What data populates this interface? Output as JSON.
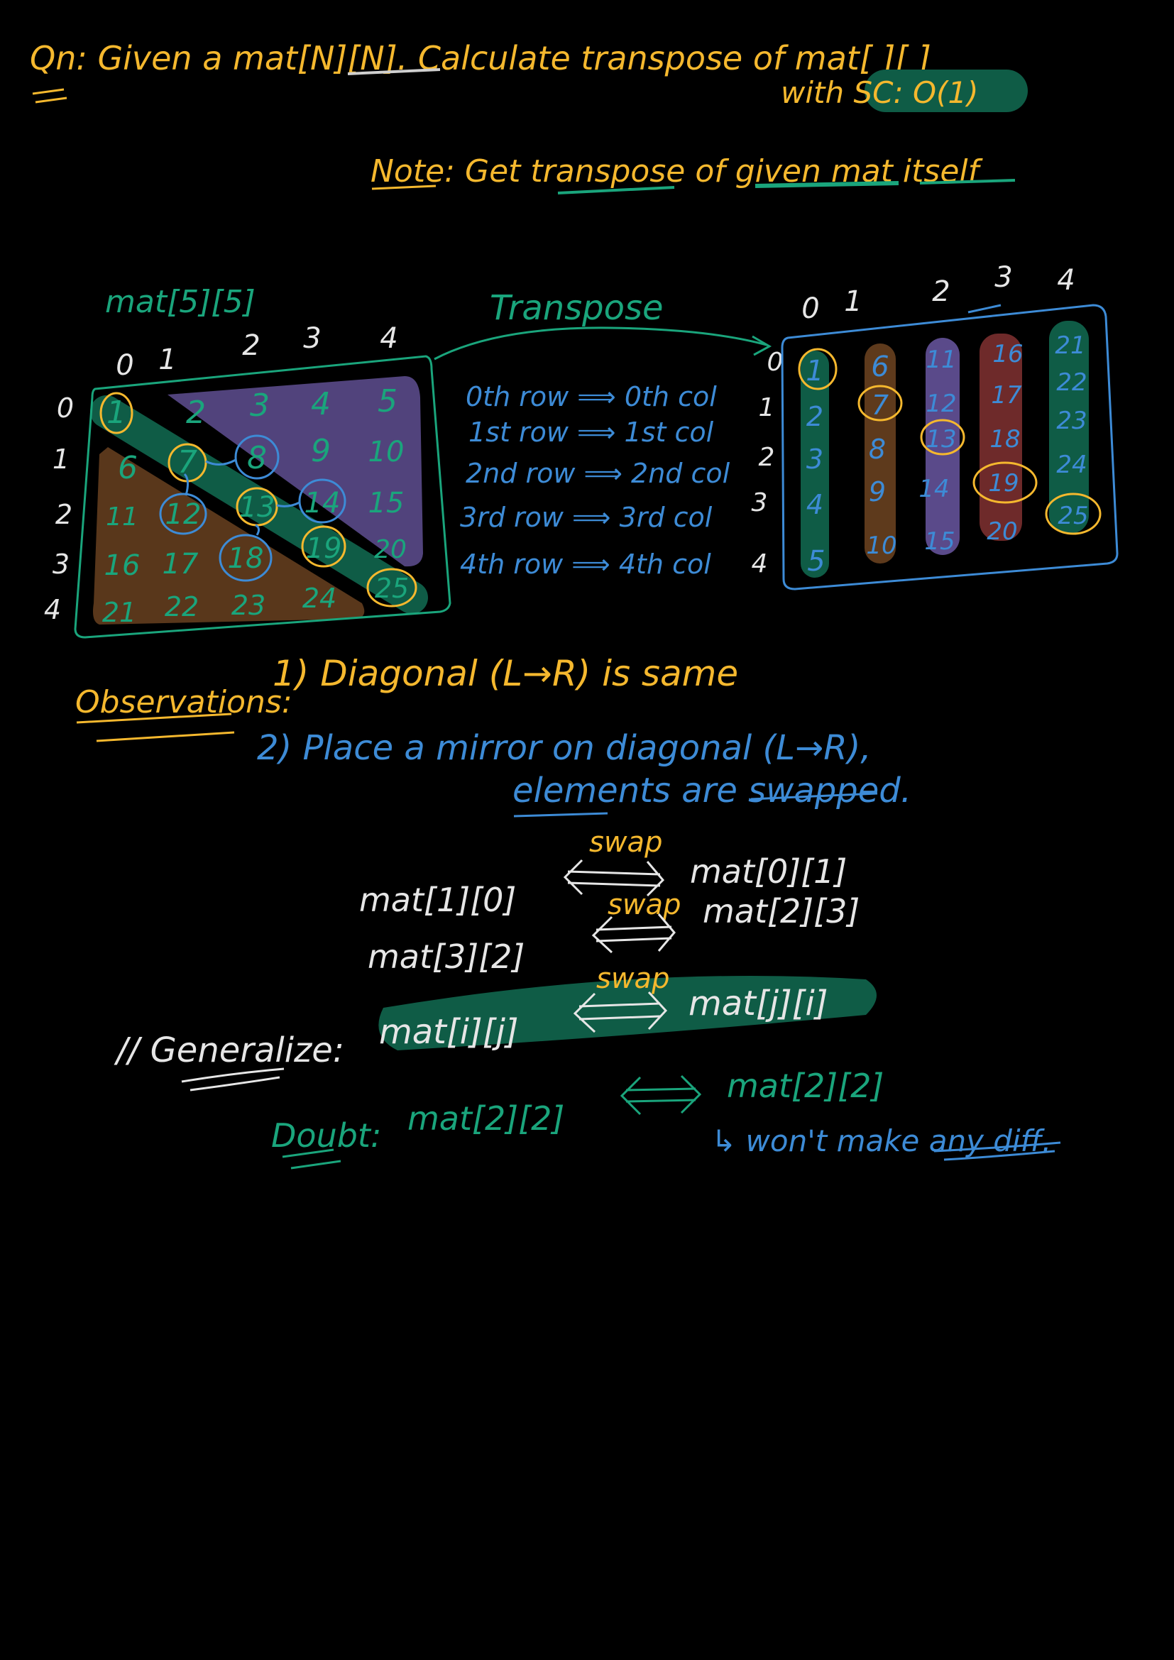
{
  "colors": {
    "background": "#000000",
    "yellow": "#f5b82e",
    "green": "#1aa57c",
    "blue": "#3d8bd6",
    "white": "#e6e6e6",
    "purple": "#5a4a8a",
    "brown": "#5e3a1c",
    "red": "#6e2a2a",
    "teal": "#0f5c46"
  },
  "question": {
    "line1": "Qn: Given a mat[N][N]. Calculate transpose of mat[ ][ ]",
    "line2": "with SC: O(1)"
  },
  "note": "Note: Get transpose of given mat itself",
  "original": {
    "label": "mat[5][5]",
    "col_indices": [
      "0",
      "1",
      "2",
      "3",
      "4"
    ],
    "row_indices": [
      "0",
      "1",
      "2",
      "3",
      "4"
    ],
    "cells": [
      [
        "1",
        "2",
        "3",
        "4",
        "5"
      ],
      [
        "6",
        "7",
        "8",
        "9",
        "10"
      ],
      [
        "11",
        "12",
        "13",
        "14",
        "15"
      ],
      [
        "16",
        "17",
        "18",
        "19",
        "20"
      ],
      [
        "21",
        "22",
        "23",
        "24",
        "25"
      ]
    ]
  },
  "transpose_label": "Transpose",
  "mapping": [
    "0th row ⟹ 0th col",
    "1st row ⟹ 1st col",
    "2nd row ⟹ 2nd col",
    "3rd row ⟹ 3rd col",
    "4th row ⟹ 4th col"
  ],
  "transposed": {
    "col_indices": [
      "0",
      "1",
      "2",
      "3",
      "4"
    ],
    "row_indices": [
      "0",
      "1",
      "2",
      "3",
      "4"
    ],
    "cells": [
      [
        "1",
        "6",
        "11",
        "16",
        "21"
      ],
      [
        "2",
        "7",
        "12",
        "17",
        "22"
      ],
      [
        "3",
        "8",
        "13",
        "18",
        "23"
      ],
      [
        "4",
        "9",
        "14",
        "19",
        "24"
      ],
      [
        "5",
        "10",
        "15",
        "20",
        "25"
      ]
    ]
  },
  "observations": {
    "label": "Observations:",
    "item1": "1) Diagonal (L→R) is same",
    "item2_line1": "2) Place a mirror on diagonal (L→R),",
    "item2_line2": "elements are swapped."
  },
  "swaps": [
    {
      "left": "mat[1][0]",
      "label": "swap",
      "right": "mat[0][1]"
    },
    {
      "left": "mat[3][2]",
      "label": "swap",
      "right": "mat[2][3]"
    }
  ],
  "generalize": {
    "label": "// Generalize:",
    "left": "mat[i][j]",
    "swap_label": "swap",
    "right": "mat[j][i]"
  },
  "doubt": {
    "label": "Doubt:",
    "left": "mat[2][2]",
    "right": "mat[2][2]",
    "answer": "↳ won't make any diff."
  }
}
